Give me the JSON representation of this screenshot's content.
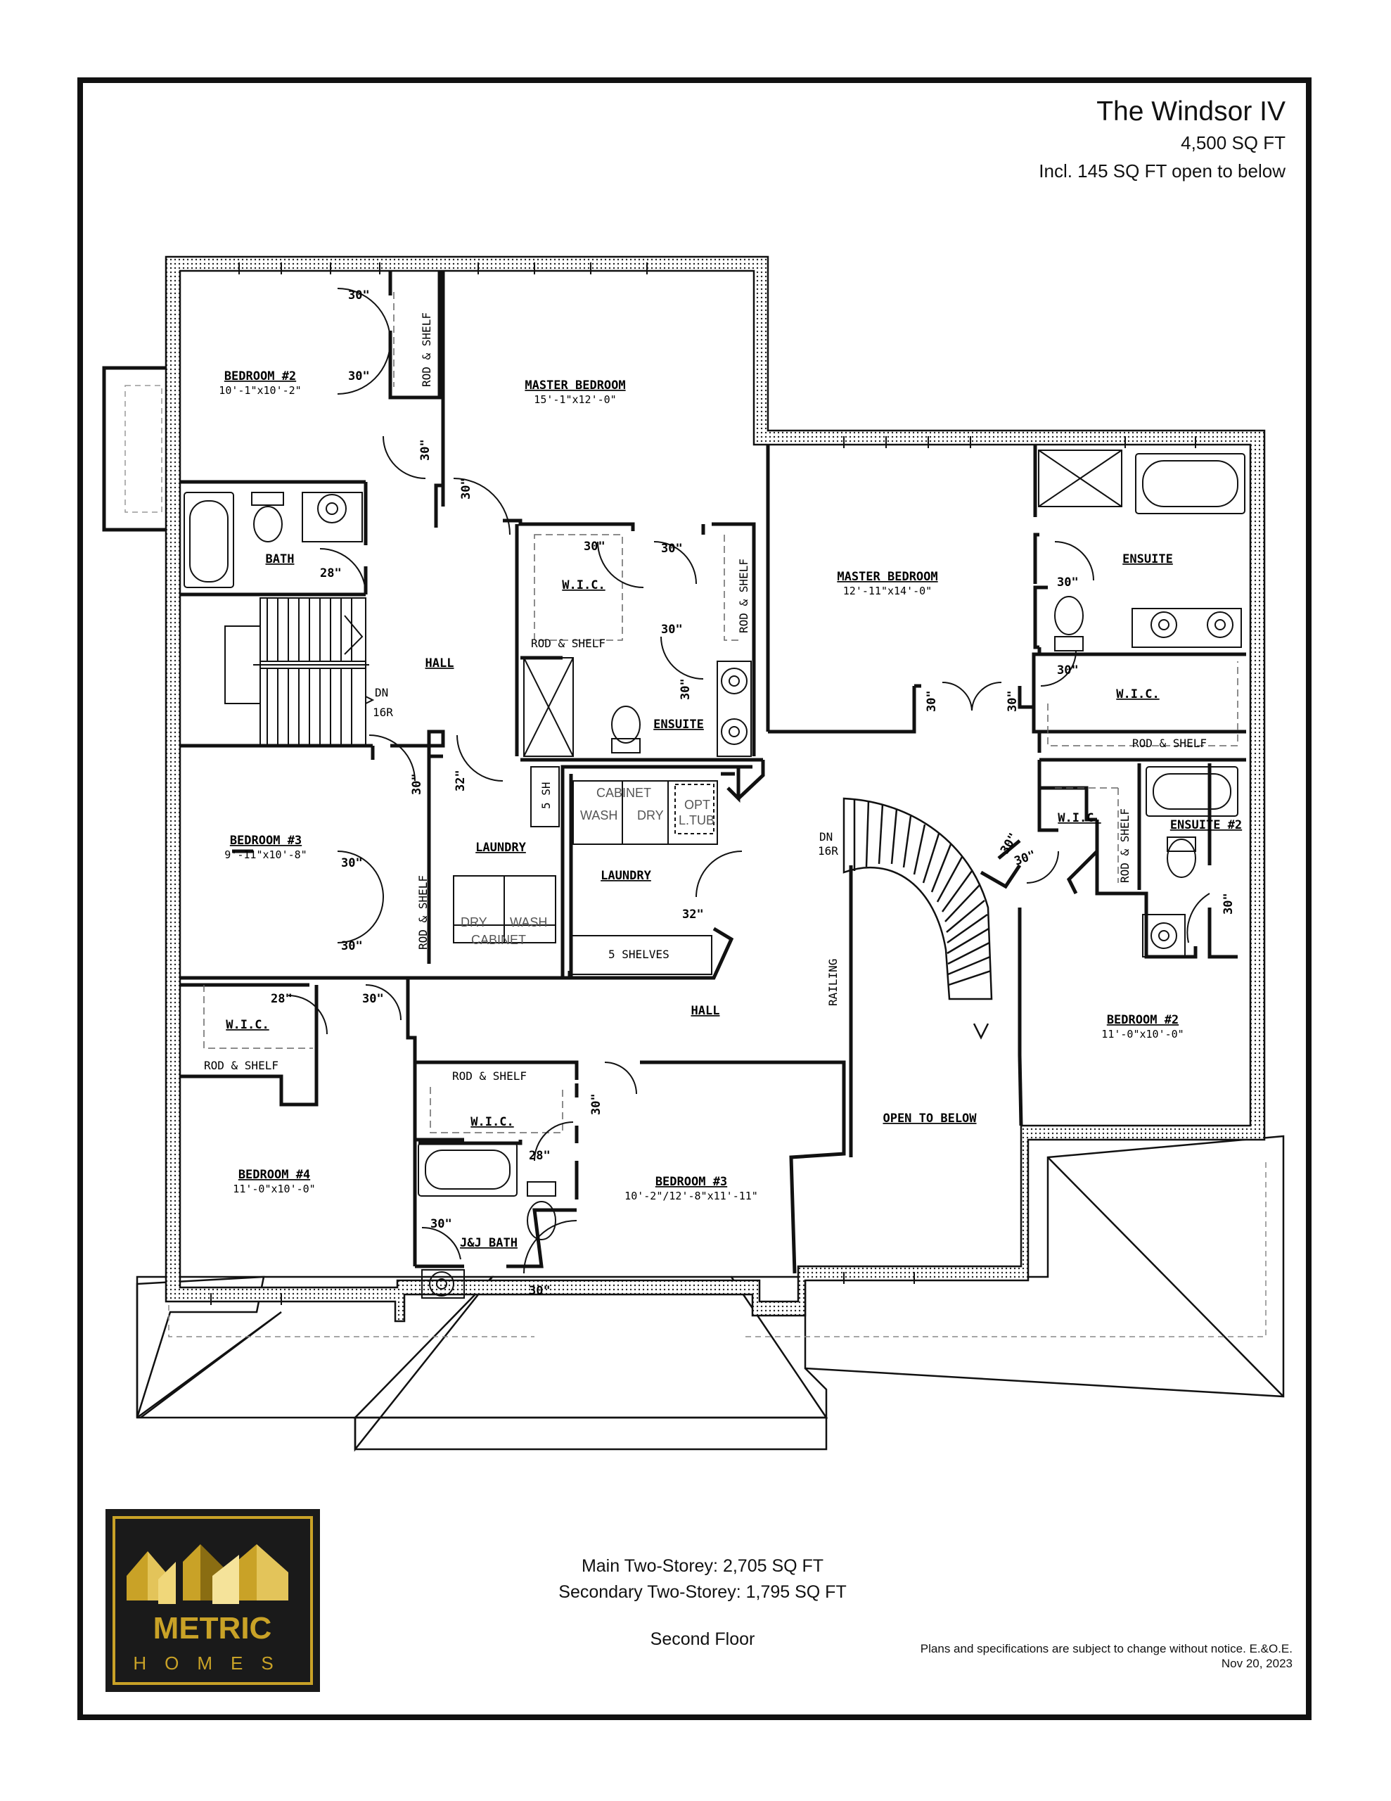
{
  "header": {
    "model_name": "The Windsor IV",
    "total_area": "4,500 SQ FT",
    "open_to_below_note": "Incl. 145 SQ FT open to below"
  },
  "rooms": {
    "bedroom2_left": {
      "name": "BEDROOM #2",
      "size": "10'-1\"x10'-2\""
    },
    "master_left": {
      "name": "MASTER BEDROOM",
      "size": "15'-1\"x12'-0\""
    },
    "bath_left": {
      "name": "BATH"
    },
    "hall_left": {
      "name": "HALL"
    },
    "wic_left": {
      "name": "W.I.C."
    },
    "ensuite_left": {
      "name": "ENSUITE"
    },
    "bedroom3_left": {
      "name": "BEDROOM #3",
      "size": "9'-11\"x10'-8\""
    },
    "laundry_left": {
      "name": "LAUNDRY"
    },
    "laundry_right": {
      "name": "LAUNDRY"
    },
    "wic_bed4": {
      "name": "W.I.C."
    },
    "bedroom4": {
      "name": "BEDROOM #4",
      "size": "11'-0\"x10'-0\""
    },
    "wic_jj": {
      "name": "W.I.C."
    },
    "jj_bath": {
      "name": "J&J BATH"
    },
    "bedroom3_right": {
      "name": "BEDROOM #3",
      "size": "10'-2\"/12'-8\"x11'-11\""
    },
    "hall_lower": {
      "name": "HALL"
    },
    "master_right": {
      "name": "MASTER BEDROOM",
      "size": "12'-11\"x14'-0\""
    },
    "ensuite_right": {
      "name": "ENSUITE"
    },
    "wic_right": {
      "name": "W.I.C."
    },
    "wic_ensuite2": {
      "name": "W.I.C."
    },
    "ensuite2": {
      "name": "ENSUITE #2"
    },
    "bedroom2_right": {
      "name": "BEDROOM #2",
      "size": "11'-0\"x10'-0\""
    },
    "open_to_below": {
      "name": "OPEN TO BELOW"
    }
  },
  "notes": {
    "rod_shelf": "ROD & SHELF",
    "dn_16r": [
      "DN",
      "16R"
    ],
    "five_sh": "5 SH",
    "cabinet": "CABINET",
    "wash": "WASH",
    "dry": "DRY",
    "opt_tub": [
      "OPT",
      "L.TUB"
    ],
    "five_shelves": "5 SHELVES",
    "railing": "RAILING"
  },
  "doors": {
    "d30": "30\"",
    "d28": "28\"",
    "d32": "32\""
  },
  "logo": {
    "word1": "METRIC",
    "word2": "HOMES",
    "gold": "#c9a227",
    "bg": "#1a1a1a"
  },
  "summary": {
    "main": "Main Two-Storey: 2,705 SQ FT",
    "secondary": "Secondary Two-Storey: 1,795 SQ FT",
    "floor_name": "Second Floor"
  },
  "footer": {
    "disclaimer": "Plans and specifications are subject to change without notice. E.&O.E.",
    "date": "Nov 20, 2023"
  }
}
